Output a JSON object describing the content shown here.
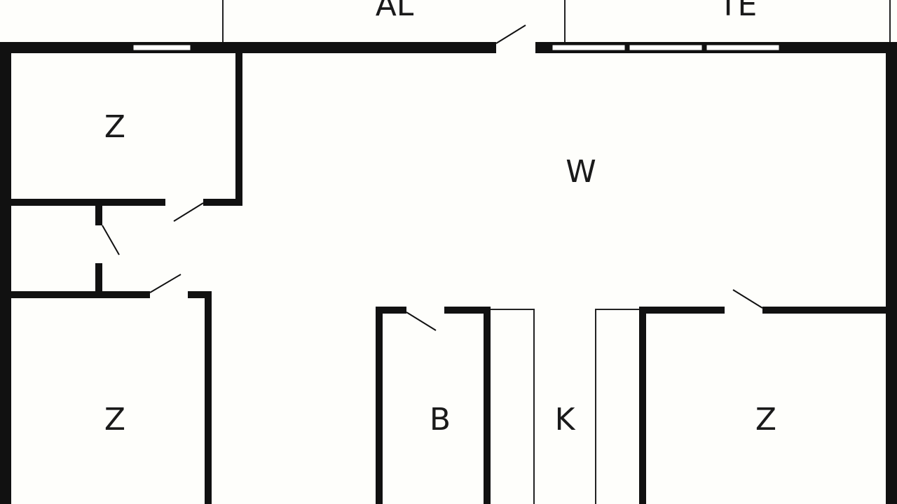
{
  "plan": {
    "rooms": {
      "al": "AL",
      "te": "TE",
      "z_top_left": "Z",
      "w": "W",
      "z_bottom_left": "Z",
      "b": "B",
      "k": "K",
      "z_right": "Z"
    },
    "colors": {
      "wall": "#111111",
      "floor": "#fefefb",
      "window": "#ffffff"
    }
  }
}
